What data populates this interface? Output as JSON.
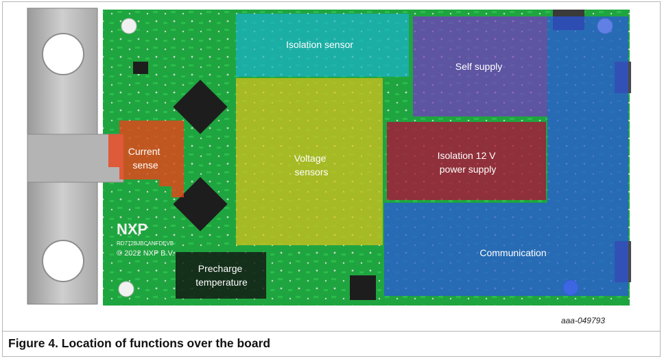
{
  "board": {
    "logo": "NXP",
    "part_number": "RD772BJBCANFDEVB",
    "copyright": "© 2022 NXP B.V."
  },
  "regions": [
    {
      "id": "isolation-sensor",
      "label": "Isolation sensor",
      "color": "#19b3d6"
    },
    {
      "id": "self-supply",
      "label": "Self supply",
      "color": "#7a2fd0"
    },
    {
      "id": "current-sense",
      "label": "Current sense",
      "color": "#e8441a"
    },
    {
      "id": "voltage-sensors",
      "label": "Voltage sensors",
      "color": "#d9c21a"
    },
    {
      "id": "isolation-12v",
      "label": "Isolation 12 V power supply",
      "color": "#b0103a"
    },
    {
      "id": "communication",
      "label": "Communication",
      "color": "#2a55e0"
    },
    {
      "id": "precharge-temperature",
      "label": "Precharge temperature",
      "color": "#111111"
    }
  ],
  "figure_ref": "aaa-049793",
  "caption": "Figure 4.  Location of functions over the board"
}
